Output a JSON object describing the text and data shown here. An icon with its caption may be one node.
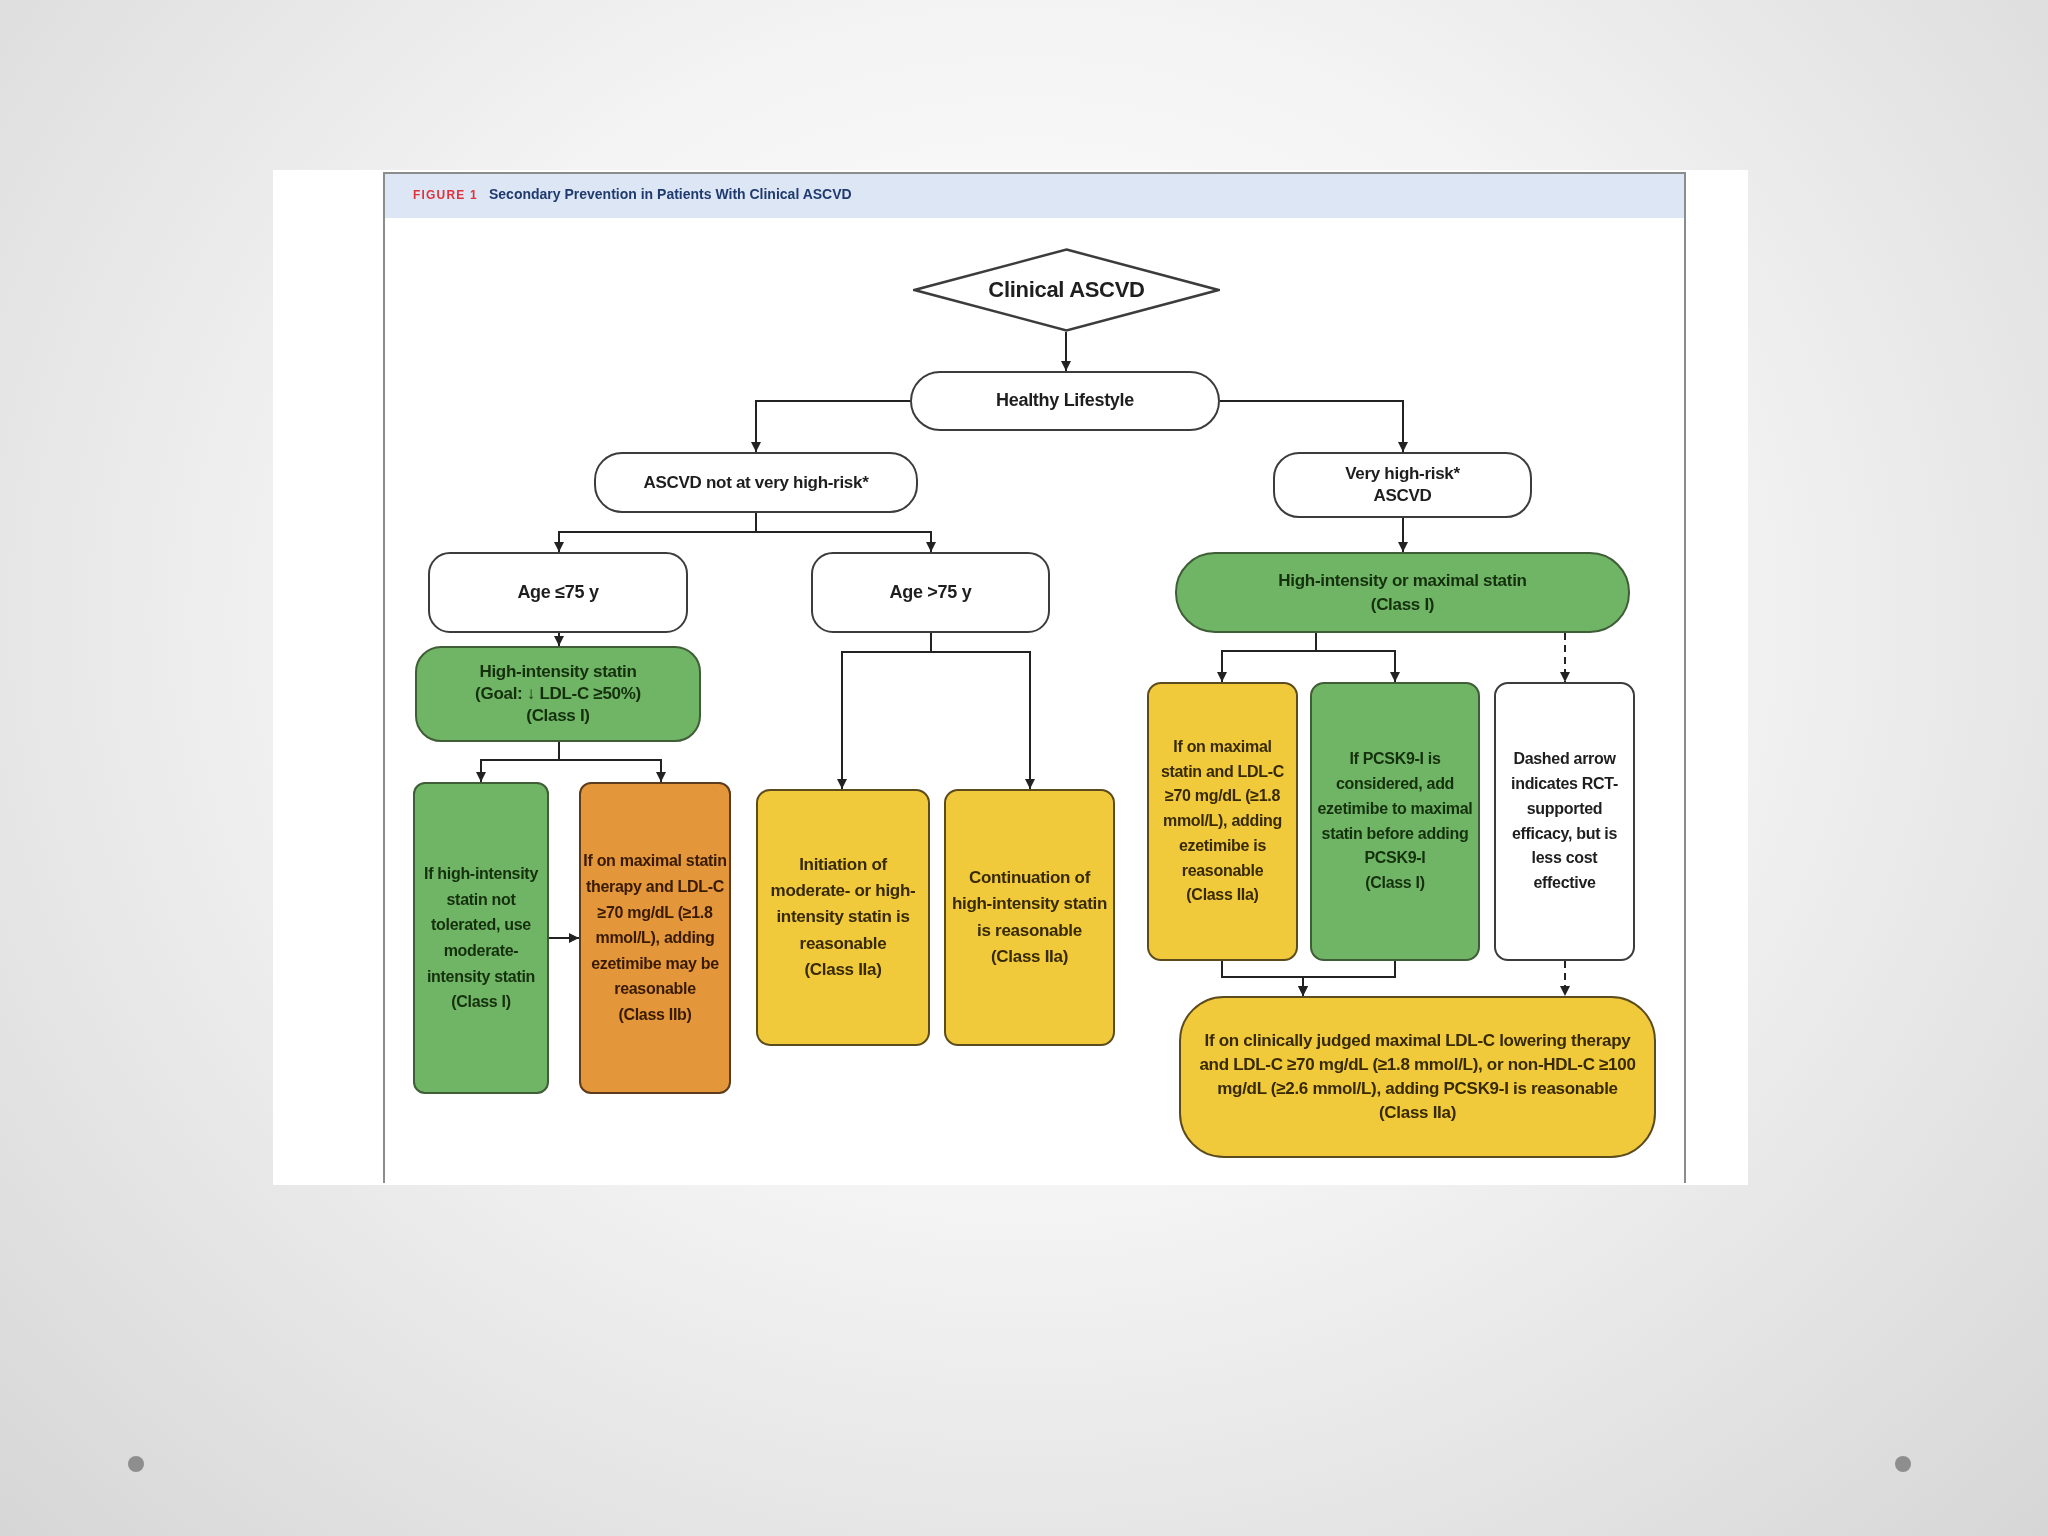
{
  "diagram": {
    "title": "Secondary Prevention in Patients With Clinical ASCVD",
    "nodes": [
      {
        "text": [
          "Clinical ASCVD"
        ]
      },
      {
        "text": [
          "Healthy Lifestyle"
        ]
      },
      {
        "text": [
          "ASCVD not at very high-risk*"
        ]
      },
      {
        "text": [
          "Very high-risk* ASCVD"
        ]
      },
      {
        "text": [
          "Age ≤75 y"
        ]
      },
      {
        "text": [
          "Age >75 y"
        ]
      },
      {
        "text": [
          "High-intensity or maximal statin",
          "(Class I)"
        ]
      },
      {
        "text": [
          "High-intensity statin",
          "(Goal: ↓ LDL-C ≥50%)",
          "(Class I)"
        ]
      },
      {
        "text": [
          "If on maximal statin and LDL-C ≥70 mg/dL (≥1.8 mmol/L), adding ezetimibe is reasonable",
          "(Class IIa)"
        ]
      },
      {
        "text": [
          "If PCSK9-I is considered, add ezetimibe to maximal statin before adding PCSK9-I",
          "(Class I)"
        ]
      },
      {
        "text": [
          "Dashed arrow indicates RCT-supported efficacy, but is less cost effective"
        ]
      },
      {
        "text": [
          "If high-intensity statin not tolerated, use moderate-intensity statin",
          "(Class I)"
        ]
      },
      {
        "text": [
          "If on maximal statin therapy and LDL-C ≥70 mg/dL (≥1.8 mmol/L), adding ezetimibe may be reasonable",
          "(Class IIb)"
        ]
      },
      {
        "text": [
          "Initiation of moderate- or high-intensity statin is reasonable",
          "(Class IIa)"
        ]
      },
      {
        "text": [
          "Continuation of high-intensity statin is reasonable",
          "(Class IIa)"
        ]
      },
      {
        "text": [
          "If on clinically judged maximal LDL-C lowering therapy and LDL-C ≥70 mg/dL (≥1.8 mmol/L), or non-HDL-C ≥100 mg/dL (≥2.6 mmol/L), adding PCSK9-I is reasonable",
          "(Class IIa)"
        ]
      }
    ],
    "edges": [
      {
        "from": 0,
        "to": 1,
        "arrow": "to"
      },
      {
        "from": 1,
        "to": 2,
        "arrow": "to"
      },
      {
        "from": 1,
        "to": 3,
        "arrow": "to"
      },
      {
        "from": 2,
        "to": 4,
        "arrow": "to"
      },
      {
        "from": 2,
        "to": 5,
        "arrow": "to"
      },
      {
        "from": 3,
        "to": 6,
        "arrow": "to"
      },
      {
        "from": 4,
        "to": 7,
        "arrow": "to"
      },
      {
        "from": 5,
        "to": 13,
        "arrow": "to"
      },
      {
        "from": 5,
        "to": 14,
        "arrow": "to"
      },
      {
        "from": 6,
        "to": 8,
        "arrow": "to"
      },
      {
        "from": 6,
        "to": 9,
        "arrow": "to"
      },
      {
        "from": 6,
        "to": 10,
        "arrow": "to",
        "style": "dashed"
      },
      {
        "from": 7,
        "to": 11,
        "arrow": "to"
      },
      {
        "from": 7,
        "to": 12,
        "arrow": "to"
      },
      {
        "from": 11,
        "to": 12,
        "arrow": "to"
      },
      {
        "from": 8,
        "to": 15,
        "arrow": "to"
      },
      {
        "from": 9,
        "to": 15,
        "arrow": "to"
      },
      {
        "from": 10,
        "to": 15,
        "arrow": "to",
        "style": "dashed"
      }
    ],
    "labels": [
      "FIGURE 1"
    ]
  }
}
